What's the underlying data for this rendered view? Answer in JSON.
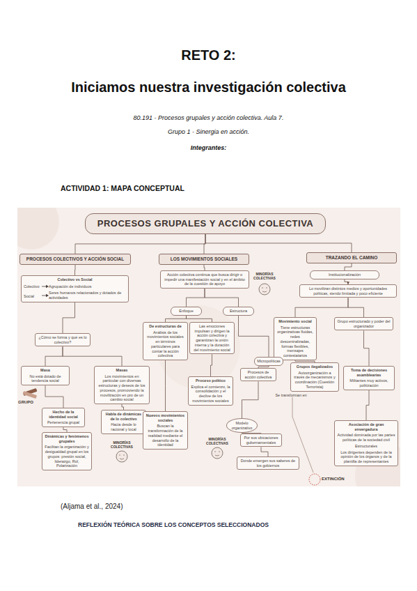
{
  "diagram": {
    "title": "RETO 2:",
    "caption": "(Aljama et al., 2024)",
    "nodes": [
      {
        "text": [
          "PROCESOS GRUPALES Y ACCIÓN COLECTIVA"
        ]
      },
      {
        "text": [
          "PROCESOS COLECTIVOS Y ACCIÓN SOCIAL"
        ]
      },
      {
        "text": [
          "LOS MOVIMIENTOS SOCIALES"
        ]
      },
      {
        "text": [
          "TRAZANDO EL CAMINO"
        ]
      },
      {
        "text": [
          "Colectivo vs Social",
          "Colectivo",
          "Agrupación de individuos",
          "Social",
          "Seres humanos relacionados y dotados de actividades"
        ]
      },
      {
        "text": [
          "Acción colectiva continua que busca dirigir o impedir una manifestación social y en el ámbito de la cuestión de apoyo"
        ]
      },
      {
        "text": [
          "Institucionalización"
        ]
      },
      {
        "text": [
          "Lo movilizan distintos medios y oportunidades políticas, siendo limitada y poco eficiente"
        ]
      },
      {
        "text": [
          "Enfoque"
        ]
      },
      {
        "text": [
          "Estructura"
        ]
      },
      {
        "text": [
          "De estructuras de",
          "Análisis de los movimientos sociales en términos particulares para contar la acción colectiva"
        ]
      },
      {
        "text": [
          "Las emociones impulsan y dirigen la acción colectiva y garantizan la unión interna y la duración del movimiento social"
        ]
      },
      {
        "text": [
          "Movimiento social",
          "Tiene estructuras organizativas fluidas, redes descentralizadas, formas flexibles, mensajes contestatarios"
        ]
      },
      {
        "text": [
          "Grupo estructurado y poder del organizador"
        ]
      },
      {
        "text": [
          "¿Cómo se forma y qué es lo colectivo?"
        ]
      },
      {
        "text": [
          "Micropolíticas"
        ]
      },
      {
        "text": [
          "Procesos de acción colectiva"
        ]
      },
      {
        "text": [
          "Grupos ilegalizados",
          "Autoorganización a través de mecanismos y coordinación (Cuestión Terrorista)"
        ]
      },
      {
        "text": [
          "Toma de decisiones asamblearias",
          "Militantes muy activos, politización"
        ]
      },
      {
        "text": [
          "Masa",
          "No está dotado de tendencia social"
        ]
      },
      {
        "text": [
          "Masas",
          "Los movimientos en particular con diversas estructuras y deseos de los procesos, promoviendo la movilización en pro de un cambio social"
        ]
      },
      {
        "text": [
          "Proceso político",
          "Explica el comienzo, la consolidación y el declive de los movimientos sociales"
        ]
      },
      {
        "text": [
          "Hecho de la identidad social",
          "Pertenencia grupal"
        ]
      },
      {
        "text": [
          "Habla de dinámicas de lo colectivo",
          "Hacia desde lo racional y local"
        ]
      },
      {
        "text": [
          "Nuevos movimientos sociales",
          "Buscan la transformación de la realidad mediante el desarrollo de la identidad"
        ]
      },
      {
        "text": [
          "Modelo organizativo"
        ]
      },
      {
        "text": [
          "Por sus ubicaciones gubernamentales"
        ]
      },
      {
        "text": [
          "Donde emergen sus saberes de los gobiernos"
        ]
      },
      {
        "text": [
          "Asociación de gran envergadura",
          "Actividad dominada por las partes políticas de la sociedad civil",
          "Estructurales",
          "Los dirigentes dependen de la opinión de los órganos y de la plantilla de representantes"
        ]
      },
      {
        "text": [
          "Dinámicas y fenómenos grupales",
          "Facilitan la organización y desigualdad grupal en los grupos: presión social, liderazgo, Rol, Polarización"
        ]
      }
    ],
    "edges": [
      {
        "from": 0,
        "to": 1,
        "arrow": "none"
      },
      {
        "from": 0,
        "to": 2,
        "arrow": "none"
      },
      {
        "from": 0,
        "to": 3,
        "arrow": "none"
      },
      {
        "from": 1,
        "to": 4,
        "arrow": "none"
      },
      {
        "from": 2,
        "to": 5,
        "arrow": "none"
      },
      {
        "from": 3,
        "to": 6,
        "arrow": "none"
      },
      {
        "from": 6,
        "to": 7,
        "arrow": "to"
      },
      {
        "from": 5,
        "to": 8,
        "arrow": "none"
      },
      {
        "from": 5,
        "to": 9,
        "arrow": "none"
      },
      {
        "from": 8,
        "to": 10,
        "arrow": "none"
      },
      {
        "from": 8,
        "to": 11,
        "arrow": "none"
      },
      {
        "from": 9,
        "to": 15,
        "arrow": "none"
      },
      {
        "from": 15,
        "to": 16,
        "arrow": "none"
      },
      {
        "from": 11,
        "to": 21,
        "arrow": "none"
      },
      {
        "from": 7,
        "to": 12,
        "arrow": "none"
      },
      {
        "from": 7,
        "to": 13,
        "arrow": "none"
      },
      {
        "from": 12,
        "to": 17,
        "arrow": "none"
      },
      {
        "from": 13,
        "to": 18,
        "arrow": "none"
      },
      {
        "from": 18,
        "to": 28,
        "arrow": "none"
      },
      {
        "from": 4,
        "to": 14,
        "arrow": "none"
      },
      {
        "from": 14,
        "to": 19,
        "arrow": "none"
      },
      {
        "from": 14,
        "to": 20,
        "arrow": "none"
      },
      {
        "from": 19,
        "to": 22,
        "arrow": "none"
      },
      {
        "from": 22,
        "to": 29,
        "arrow": "none"
      },
      {
        "from": 20,
        "to": 23,
        "arrow": "none"
      },
      {
        "from": 10,
        "to": 24,
        "arrow": "none"
      },
      {
        "from": 16,
        "to": 25,
        "arrow": "none"
      },
      {
        "from": 25,
        "to": 26,
        "arrow": "none"
      },
      {
        "from": 26,
        "to": 27,
        "arrow": "none"
      }
    ],
    "labels": [
      "Iniciamos nuestra investigación colectiva",
      "80.191 - Procesos grupales y acción colectiva. Aula 7.",
      "Grupo 1 - Sinergia en acción.",
      "Integrantes:",
      "ACTIVIDAD 1: MAPA CONCEPTUAL",
      "MINORÍAS COLECTIVAS",
      "GRUPO",
      "Se transforman en",
      "MINORÍAS COLECTIVAS",
      "MINORÍAS COLECTIVAS",
      "EXTINCIÓN",
      "REFLEXIÓN TEÓRICA SOBRE LOS CONCEPTOS SELECCIONADOS"
    ]
  }
}
